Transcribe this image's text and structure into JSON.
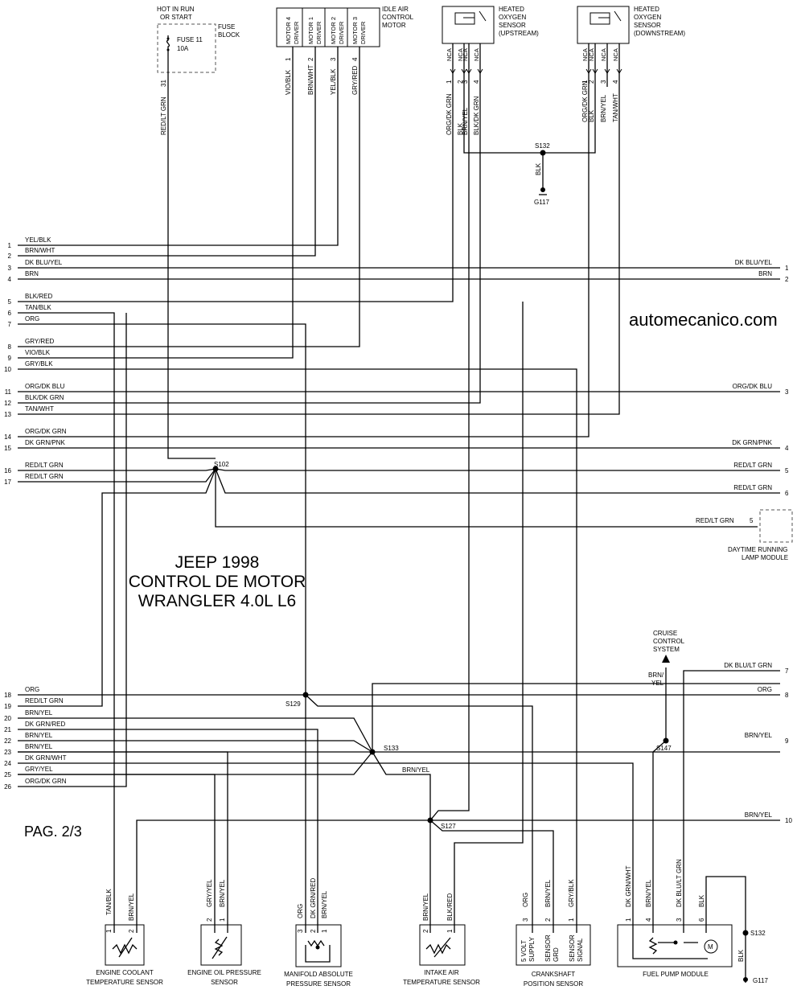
{
  "watermark": "automecanico.com",
  "title": {
    "line1": "JEEP 1998",
    "line2": "CONTROL DE MOTOR",
    "line3": "WRANGLER 4.0L L6"
  },
  "page_label": "PAG. 2/3",
  "top_components": {
    "fuse": {
      "hot": "HOT IN RUN",
      "hot2": "OR START",
      "block1": "FUSE",
      "block2": "BLOCK",
      "name": "FUSE 11",
      "amps": "10A",
      "pin": "31",
      "wire": "RED/LT GRN"
    },
    "iac": {
      "l1": "IDLE AIR",
      "l2": "CONTROL",
      "l3": "MOTOR",
      "drivers": [
        {
          "name": "MOTOR 4",
          "sub": "DRIVER",
          "pin": "1",
          "wire": "VIO/BLK"
        },
        {
          "name": "MOTOR 1",
          "sub": "DRIVER",
          "pin": "2",
          "wire": "BRN/WHT"
        },
        {
          "name": "MOTOR 2",
          "sub": "DRIVER",
          "pin": "3",
          "wire": "YEL/BLK"
        },
        {
          "name": "MOTOR 3",
          "sub": "DRIVER",
          "pin": "4",
          "wire": "GRY/RED"
        }
      ]
    },
    "o2_up": {
      "l1": "HEATED",
      "l2": "OXYGEN",
      "l3": "SENSOR",
      "l4": "(UPSTREAM)",
      "pins": [
        {
          "nca": "NCA",
          "pin": "1",
          "wire": "ORG/DK GRN"
        },
        {
          "nca": "NCA",
          "pin": "2",
          "wire": "BLK"
        },
        {
          "nca": "NCA",
          "pin": "3",
          "wire": "BRN/YEL"
        },
        {
          "nca": "NCA",
          "pin": "4",
          "wire": "BLK/DK GRN"
        }
      ]
    },
    "o2_down": {
      "l1": "HEATED",
      "l2": "OXYGEN",
      "l3": "SENSOR",
      "l4": "(DOWNSTREAM)",
      "pins": [
        {
          "nca": "NCA",
          "pin": "1",
          "wire": "ORG/DK GRN"
        },
        {
          "nca": "NCA",
          "pin": "2",
          "wire": "BLK"
        },
        {
          "nca": "NCA",
          "pin": "3",
          "wire": "BRN/YEL"
        },
        {
          "nca": "NCA",
          "pin": "4",
          "wire": "TAN/WHT"
        }
      ]
    },
    "ground": {
      "splice": "S132",
      "wire": "BLK",
      "gnd": "G117"
    }
  },
  "left_pins": [
    {
      "n": "1",
      "c": "YEL/BLK"
    },
    {
      "n": "2",
      "c": "BRN/WHT"
    },
    {
      "n": "3",
      "c": "DK BLU/YEL"
    },
    {
      "n": "4",
      "c": "BRN"
    },
    {
      "n": "5",
      "c": "BLK/RED"
    },
    {
      "n": "6",
      "c": "TAN/BLK"
    },
    {
      "n": "7",
      "c": "ORG"
    },
    {
      "n": "8",
      "c": "GRY/RED"
    },
    {
      "n": "9",
      "c": "VIO/BLK"
    },
    {
      "n": "10",
      "c": "GRY/BLK"
    },
    {
      "n": "11",
      "c": "ORG/DK BLU"
    },
    {
      "n": "12",
      "c": "BLK/DK GRN"
    },
    {
      "n": "13",
      "c": "TAN/WHT"
    },
    {
      "n": "14",
      "c": "ORG/DK GRN"
    },
    {
      "n": "15",
      "c": "DK GRN/PNK"
    },
    {
      "n": "16",
      "c": "RED/LT GRN"
    },
    {
      "n": "17",
      "c": "RED/LT GRN"
    },
    {
      "n": "18",
      "c": "ORG"
    },
    {
      "n": "19",
      "c": "RED/LT GRN"
    },
    {
      "n": "20",
      "c": "BRN/YEL"
    },
    {
      "n": "21",
      "c": "DK GRN/RED"
    },
    {
      "n": "22",
      "c": "BRN/YEL"
    },
    {
      "n": "23",
      "c": "BRN/YEL"
    },
    {
      "n": "24",
      "c": "DK GRN/WHT"
    },
    {
      "n": "25",
      "c": "GRY/YEL"
    },
    {
      "n": "26",
      "c": "ORG/DK GRN"
    }
  ],
  "right_pins": [
    {
      "n": "1",
      "c": "DK BLU/YEL"
    },
    {
      "n": "2",
      "c": "BRN"
    },
    {
      "n": "3",
      "c": "ORG/DK BLU"
    },
    {
      "n": "4",
      "c": "DK GRN/PNK"
    },
    {
      "n": "5",
      "c": "RED/LT GRN"
    },
    {
      "n": "6",
      "c": "RED/LT GRN"
    },
    {
      "n": "7",
      "c": "DK BLU/LT GRN"
    },
    {
      "n": "8",
      "c": "ORG"
    },
    {
      "n": "9",
      "c": "BRN/YEL"
    },
    {
      "n": "10",
      "c": "BRN/YEL"
    }
  ],
  "splices": {
    "s102": "S102",
    "s129": "S129",
    "s133": "S133",
    "s147": "S147",
    "s127": "S127"
  },
  "drl": {
    "wire": "RED/LT GRN",
    "pin": "5",
    "l1": "DAYTIME RUNNING",
    "l2": "LAMP MODULE"
  },
  "cruise": {
    "l1": "CRUISE",
    "l2": "CONTROL",
    "l3": "SYSTEM",
    "w1": "BRN/",
    "w2": "YEL"
  },
  "mid_wire": "BRN/YEL",
  "bottom": {
    "ect": {
      "l1": "ENGINE COOLANT",
      "l2": "TEMPERATURE SENSOR",
      "pins": [
        {
          "n": "1",
          "w": "TAN/BLK"
        },
        {
          "n": "2",
          "w": "BRN/YEL"
        }
      ]
    },
    "eop": {
      "l1": "ENGINE OIL PRESSURE",
      "l2": "SENSOR",
      "pins": [
        {
          "n": "2",
          "w": "GRY/YEL"
        },
        {
          "n": "1",
          "w": "BRN/YEL"
        }
      ]
    },
    "map": {
      "l1": "MANIFOLD ABSOLUTE",
      "l2": "PRESSURE SENSOR",
      "pins": [
        {
          "n": "3",
          "w": "ORG"
        },
        {
          "n": "2",
          "w": "DK GRN/RED"
        },
        {
          "n": "1",
          "w": "BRN/YEL"
        }
      ]
    },
    "iat": {
      "l1": "INTAKE AIR",
      "l2": "TEMPERATURE SENSOR",
      "pins": [
        {
          "n": "2",
          "w": "BRN/YEL"
        },
        {
          "n": "1",
          "w": "BLK/RED"
        }
      ]
    },
    "ckp": {
      "l1": "CRANKSHAFT",
      "l2": "POSITION SENSOR",
      "pins": [
        {
          "n": "3",
          "w": "ORG",
          "f1": "5 VOLT",
          "f2": "SUPPLY"
        },
        {
          "n": "2",
          "w": "BRN/YEL",
          "f1": "SENSOR",
          "f2": "GRD"
        },
        {
          "n": "1",
          "w": "GRY/BLK",
          "f1": "SENSOR",
          "f2": "SIGNAL"
        }
      ]
    },
    "fpm": {
      "l1": "FUEL PUMP MODULE",
      "pins": [
        {
          "n": "1",
          "w": "DK GRN/WHT"
        },
        {
          "n": "4",
          "w": "BRN/YEL"
        },
        {
          "n": "3",
          "w": "DK BLU/LT GRN"
        },
        {
          "n": "6",
          "w": "BLK"
        }
      ],
      "splice": "S132",
      "gwire": "BLK",
      "gnd": "G117",
      "motor": "M"
    }
  }
}
